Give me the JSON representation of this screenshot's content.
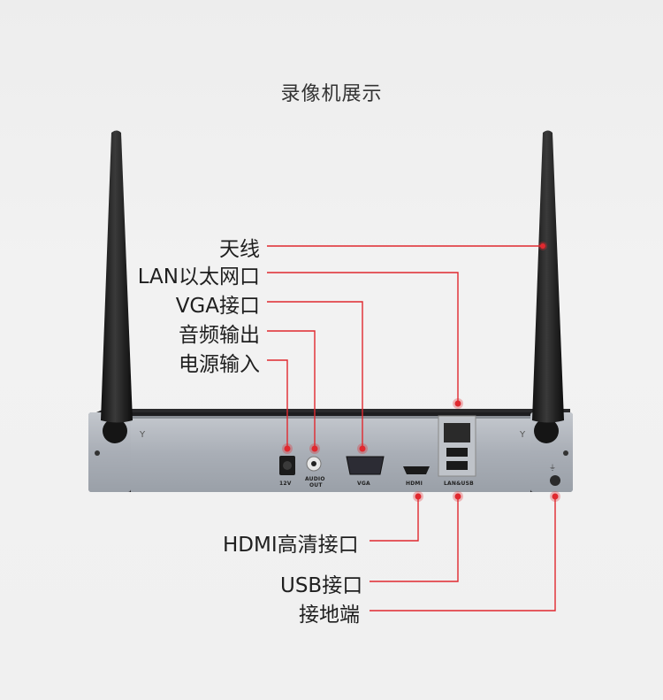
{
  "title": "录像机展示",
  "labels": {
    "antenna": "天线",
    "lan": "LAN以太网口",
    "vga": "VGA接口",
    "audio": "音频输出",
    "power": "电源输入",
    "hdmi": "HDMI高清接口",
    "usb": "USB接口",
    "ground": "接地端"
  },
  "port_marks": {
    "power": "12V",
    "audio_top": "AUDIO",
    "audio_bottom": "OUT",
    "vga": "VGA",
    "hdmi": "HDMI",
    "lan_usb": "LAN&USB"
  },
  "colors": {
    "accent": "#e0292f",
    "chassis": "#a9aeb6",
    "top_panel": "#2a2a2c"
  }
}
